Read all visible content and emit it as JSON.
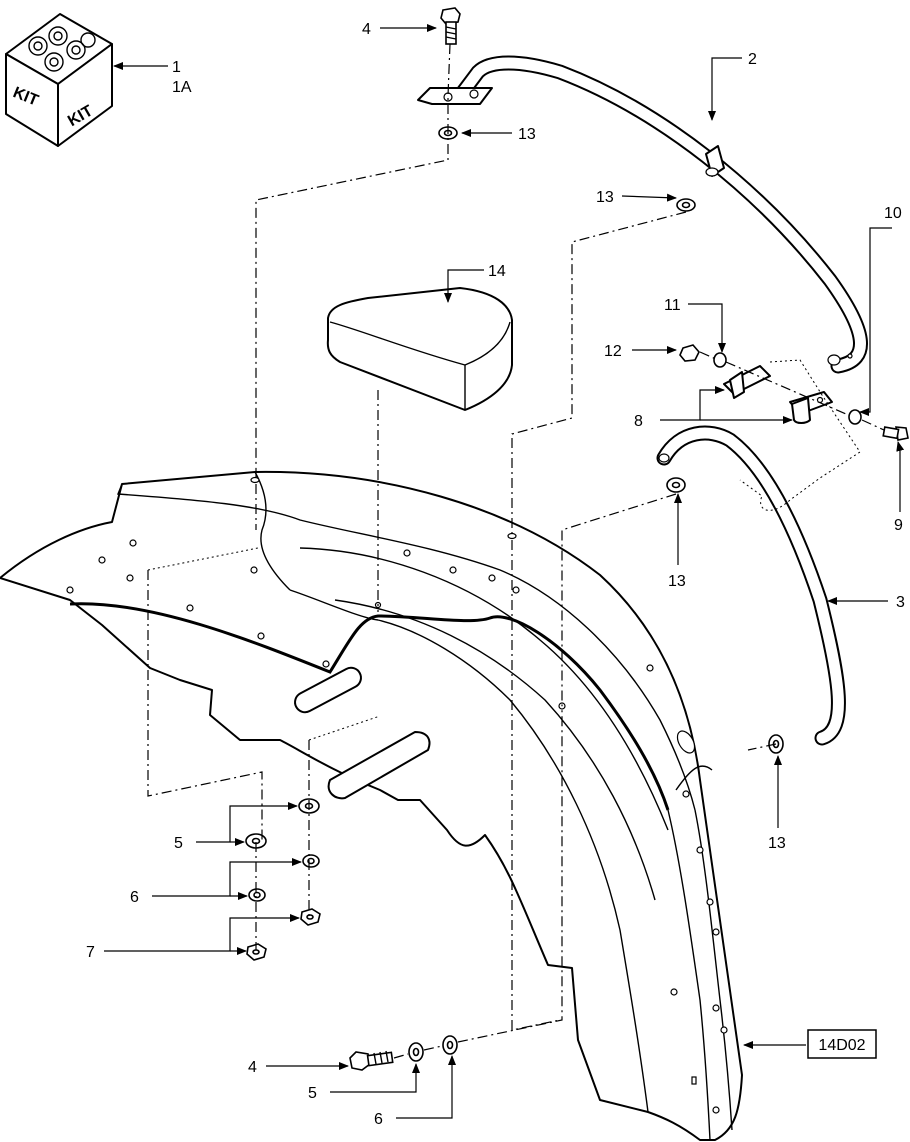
{
  "kit": {
    "label_left": "KIT",
    "label_right": "KIT"
  },
  "callouts": [
    {
      "id": "c1",
      "text": "1"
    },
    {
      "id": "c1a",
      "text": "1A"
    },
    {
      "id": "c4top",
      "text": "4"
    },
    {
      "id": "c2",
      "text": "2"
    },
    {
      "id": "c13a",
      "text": "13"
    },
    {
      "id": "c13b",
      "text": "13"
    },
    {
      "id": "c10",
      "text": "10"
    },
    {
      "id": "c14",
      "text": "14"
    },
    {
      "id": "c11",
      "text": "11"
    },
    {
      "id": "c12",
      "text": "12"
    },
    {
      "id": "c8",
      "text": "8"
    },
    {
      "id": "c9",
      "text": "9"
    },
    {
      "id": "c13c",
      "text": "13"
    },
    {
      "id": "c3",
      "text": "3"
    },
    {
      "id": "c13d",
      "text": "13"
    },
    {
      "id": "c5a",
      "text": "5"
    },
    {
      "id": "c6a",
      "text": "6"
    },
    {
      "id": "c7",
      "text": "7"
    },
    {
      "id": "c4bot",
      "text": "4"
    },
    {
      "id": "c5b",
      "text": "5"
    },
    {
      "id": "c6b",
      "text": "6"
    }
  ],
  "reference_box": {
    "text": "14D02"
  }
}
